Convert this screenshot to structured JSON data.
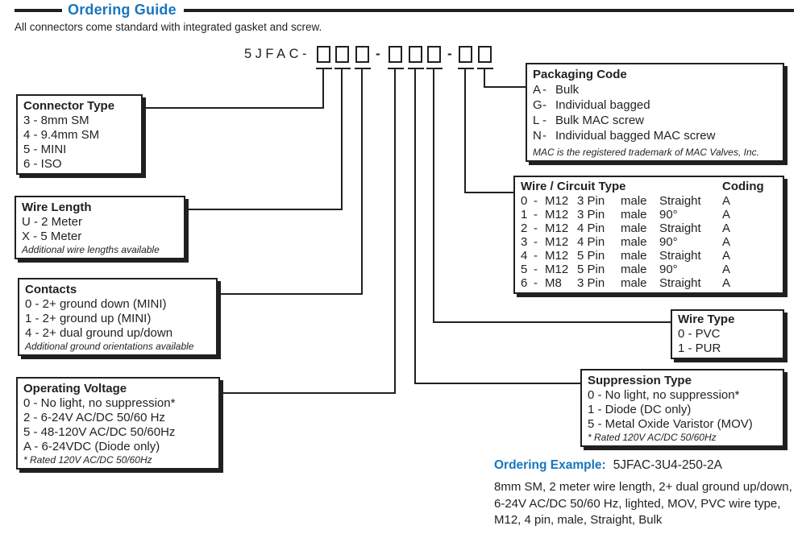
{
  "dash": "-",
  "colors": {
    "accent_blue": "#1776bf",
    "ink": "#231f20"
  },
  "header": {
    "title": "Ordering Guide",
    "subtitle": "All connectors come standard with integrated gasket and screw."
  },
  "part_number": {
    "prefix": "5JFAC-",
    "separator": "-"
  },
  "boxes": {
    "connector_type": {
      "title": "Connector Type",
      "items": [
        "3 - 8mm SM",
        "4 - 9.4mm SM",
        "5 - MINI",
        "6 - ISO"
      ]
    },
    "wire_length": {
      "title": "Wire Length",
      "items": [
        "U - 2 Meter",
        "X - 5 Meter"
      ],
      "note": "Additional wire lengths available"
    },
    "contacts": {
      "title": "Contacts",
      "items": [
        "0 - 2+ ground down (MINI)",
        "1 - 2+ ground up (MINI)",
        "4 - 2+ dual ground up/down"
      ],
      "note": "Additional ground orientations available"
    },
    "operating_voltage": {
      "title": "Operating Voltage",
      "items": [
        "0 - No light, no suppression*",
        "2 - 6-24V AC/DC 50/60 Hz",
        "5 - 48-120V AC/DC 50/60Hz",
        "A - 6-24VDC (Diode only)"
      ],
      "note": "* Rated 120V AC/DC 50/60Hz"
    },
    "packaging_code": {
      "title": "Packaging Code",
      "items": [
        {
          "code": "A",
          "label": "Bulk"
        },
        {
          "code": "G",
          "label": "Individual bagged"
        },
        {
          "code": "L",
          "label": "Bulk MAC screw"
        },
        {
          "code": "N",
          "label": "Individual bagged MAC screw"
        }
      ],
      "note": "MAC is the registered trademark of MAC Valves, Inc."
    },
    "wire_circuit_type": {
      "title": "Wire / Circuit Type",
      "coding_header": "Coding",
      "rows": [
        {
          "code": "0",
          "thread": "M12",
          "pin": "3 Pin",
          "gender": "male",
          "orientation": "Straight",
          "coding": "A"
        },
        {
          "code": "1",
          "thread": "M12",
          "pin": "3 Pin",
          "gender": "male",
          "orientation": "90°",
          "coding": "A"
        },
        {
          "code": "2",
          "thread": "M12",
          "pin": "4 Pin",
          "gender": "male",
          "orientation": "Straight",
          "coding": "A"
        },
        {
          "code": "3",
          "thread": "M12",
          "pin": "4 Pin",
          "gender": "male",
          "orientation": "90°",
          "coding": "A"
        },
        {
          "code": "4",
          "thread": "M12",
          "pin": "5 Pin",
          "gender": "male",
          "orientation": "Straight",
          "coding": "A"
        },
        {
          "code": "5",
          "thread": "M12",
          "pin": "5 Pin",
          "gender": "male",
          "orientation": "90°",
          "coding": "A"
        },
        {
          "code": "6",
          "thread": "M8",
          "pin": "3 Pin",
          "gender": "male",
          "orientation": "Straight",
          "coding": "A"
        }
      ]
    },
    "wire_type": {
      "title": "Wire Type",
      "items": [
        "0 - PVC",
        "1 - PUR"
      ]
    },
    "suppression_type": {
      "title": "Suppression Type",
      "items": [
        "0 - No light, no suppression*",
        "1 - Diode (DC only)",
        "5 - Metal Oxide Varistor (MOV)"
      ],
      "note": "* Rated 120V AC/DC 50/60Hz"
    }
  },
  "ordering_example": {
    "label": "Ordering Example:",
    "value": "5JFAC-3U4-250-2A",
    "description": "8mm SM, 2 meter wire length, 2+ dual ground up/down, 6-24V AC/DC 50/60 Hz, lighted, MOV, PVC wire type, M12, 4 pin, male, Straight, Bulk"
  }
}
